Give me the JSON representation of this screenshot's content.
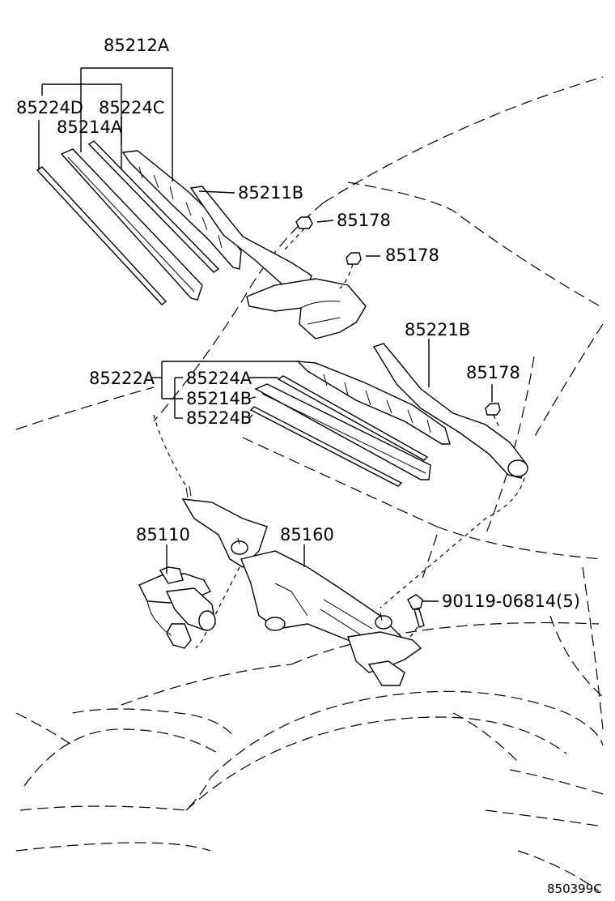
{
  "diagram": {
    "callouts": {
      "p85212A": "85212A",
      "p85224D": "85224D",
      "p85224C": "85224C",
      "p85214A": "85214A",
      "p85211B": "85211B",
      "p85178a": "85178",
      "p85178b": "85178",
      "p85221B": "85221B",
      "p85178c": "85178",
      "p85222A": "85222A",
      "p85224A": "85224A",
      "p85214B": "85214B",
      "p85224B": "85224B",
      "p85110": "85110",
      "p85160": "85160",
      "p90119": "90119-06814(5)"
    },
    "figure_code": "850399C"
  }
}
